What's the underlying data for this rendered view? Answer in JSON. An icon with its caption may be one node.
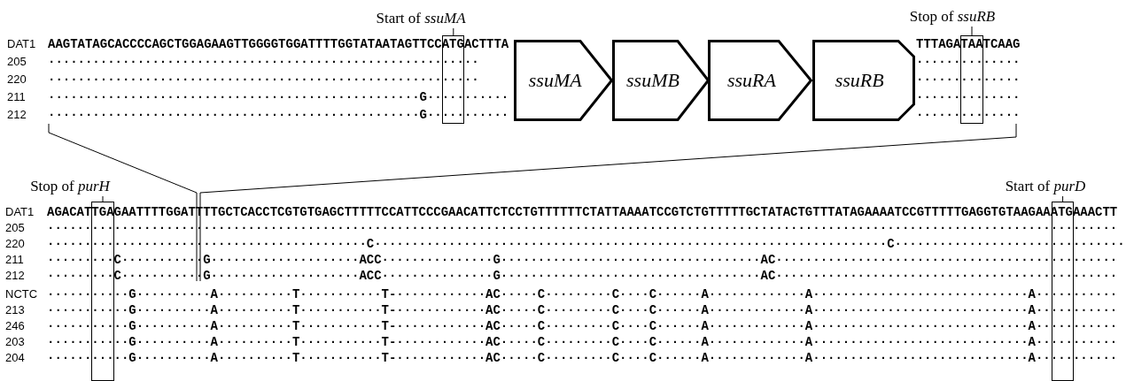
{
  "diagram": {
    "nodes": [
      {
        "text": [
          "ssuMA"
        ]
      },
      {
        "text": [
          "ssuMB"
        ]
      },
      {
        "text": [
          "ssuRA"
        ]
      },
      {
        "text": [
          "ssuRB"
        ]
      },
      {
        "text": [
          "Start of *ssuMA*"
        ]
      },
      {
        "text": [],
        "shape": "box"
      },
      {
        "text": [
          "Stop of *ssuRB*"
        ]
      },
      {
        "text": [],
        "shape": "box"
      },
      {
        "text": [
          "Stop of *purH*"
        ]
      },
      {
        "text": [],
        "shape": "box"
      },
      {
        "text": [
          "Start of *purD*"
        ]
      },
      {
        "text": [],
        "shape": "box"
      }
    ],
    "edges": [
      {
        "from": 4,
        "to": 5,
        "arrow": "none"
      },
      {
        "from": 6,
        "to": 7,
        "arrow": "none"
      },
      {
        "from": 8,
        "to": 9,
        "arrow": "none"
      },
      {
        "from": 10,
        "to": 11,
        "arrow": "none"
      }
    ],
    "labels": [
      "DAT1",
      "AAGTATAGCACCCCAGCTGGAGAAGTTGGGGTGGATTTTGGTATAATAGTTCCATGACTTTA",
      "TTTAGATAATCAAG",
      "205",
      "··························································",
      "··············",
      "220",
      "··························································",
      "··············",
      "211",
      "··················································G···········",
      "··············",
      "212",
      "··················································G···········",
      "··············",
      "DAT1",
      "AGACATTGAGAATTTTGGATTTTGCTCACCTCGTGTGAGCTTTTTCCATTCCCGAACATTCTCCTGTTTTTTCTATTAAAATCCGTCTGTTTTTGCTATACTGTTTATAGAAAATCCGTTTTTGAGGTGTAAGAAATGAAACTT",
      "205",
      "················································································································································",
      "220",
      "···········································C·····································································C··············································",
      "211",
      "·········C···········G····················ACC···············G···································AC··············································",
      "212",
      "·········C···········G····················ACC···············G···································AC··············································",
      "NCTC",
      "···········G··········A··········T···········T-············AC·····C·········C····C······A·············A·····························A···········",
      "213",
      "···········G··········A··········T···········T-············AC·····C·········C····C······A·············A·····························A···········",
      "246",
      "···········G··········A··········T···········T-············AC·····C·········C····C······A·············A·····························A···········",
      "203",
      "···········G··········A··········T···········T-············AC·····C·········C····C······A·············A·····························A···········",
      "204",
      "···········G··········A··········T···········T-············AC·····C·········C····C······A·············A·····························A···········"
    ]
  }
}
